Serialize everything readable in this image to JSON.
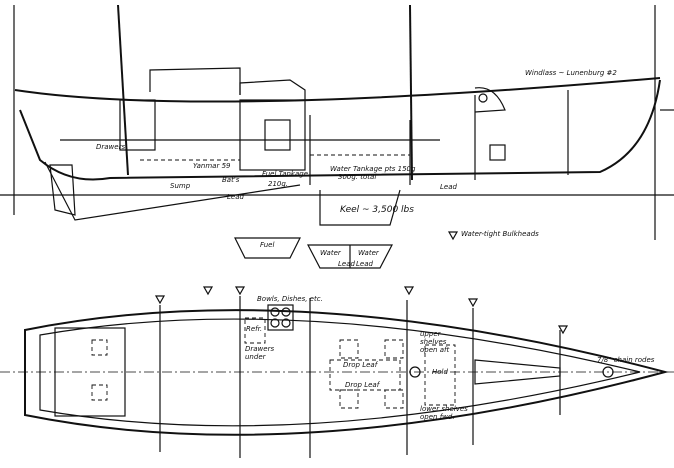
{
  "profile": {
    "drawers": "Drawers",
    "engine": "Yanmar 59",
    "sump": "Sump",
    "batteries": "Bat's",
    "fuel_tankage": "Fuel Tankage",
    "fuel_amount": "210g.",
    "lead_aft": "Lead",
    "water_tankage": "Water Tankage pts 150g",
    "water_total": "300g. total",
    "keel": "Keel ~ 3,500 lbs",
    "lead_fwd": "Lead",
    "windlass": "Windlass ~ Lunenburg #2"
  },
  "legend": {
    "bulkheads": "Water-tight Bulkheads"
  },
  "sections": {
    "fuel": "Fuel",
    "water_port": "Water",
    "water_stbd": "Water",
    "lead_1": "Lead",
    "lead_2": "Lead"
  },
  "plan": {
    "bowls": "Bowls, Dishes, etc.",
    "refr": "Refr.",
    "drawers_under": "Drawers under",
    "drop_leaf_1": "Drop Leaf",
    "drop_leaf_2": "Drop Leaf",
    "upper_shelves": "upper shelves open aft",
    "hold": "Hold",
    "lower_shelves": "lower shelves open fwd.",
    "chain": "7/8\" chain rodes"
  }
}
